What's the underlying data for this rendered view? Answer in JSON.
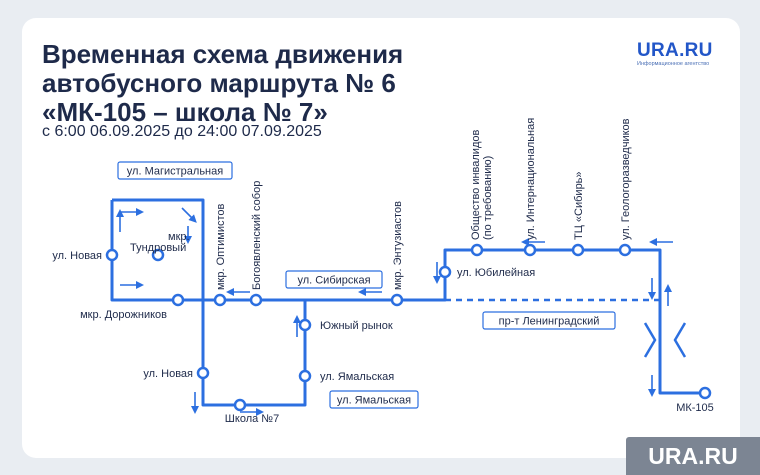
{
  "header": {
    "title": "Временная схема движения\nавтобусного маршрута № 6\n«МК-105 – школа № 7»",
    "subtitle": "с 6:00 06.09.2025 до 24:00 07.09.2025"
  },
  "logo": {
    "name": "URA.RU",
    "tagline": "Информационное агентство"
  },
  "watermark": "URA.RU",
  "colors": {
    "route": "#2c6fe0",
    "text": "#1e2a4a",
    "brand": "#2256c8"
  },
  "streets": {
    "magistralnaya": "ул. Магистральная",
    "sibirskaya": "ул. Сибирская",
    "yamalskaya": "ул. Ямальская",
    "leningradsky": "пр-т Ленинградский"
  },
  "stops": {
    "novaya_top": "ул. Новая",
    "tundrovy_1": "мкр.",
    "tundrovy_2": "Тундровый",
    "dorozhnikov": "мкр. Дорожников",
    "optimistov": "мкр. Оптимистов",
    "sobor": "Богоявленский собор",
    "entuziastov": "мкр. Энтузиастов",
    "yuzhny_rynok": "Южный рынок",
    "yamalskaya": "ул. Ямальская",
    "novaya_bottom": "ул. Новая",
    "school": "Школа №7",
    "yubileynaya": "ул. Юбилейная",
    "invalidov_1": "Общество инвалидов",
    "invalidov_2": "(по требованию)",
    "internatsionalnaya": "ул. Интернациональная",
    "tc_sibir": "ТЦ «Сибирь»",
    "geologorazvedchikov": "ул. Геологоразведчиков",
    "mk105": "МК-105"
  }
}
